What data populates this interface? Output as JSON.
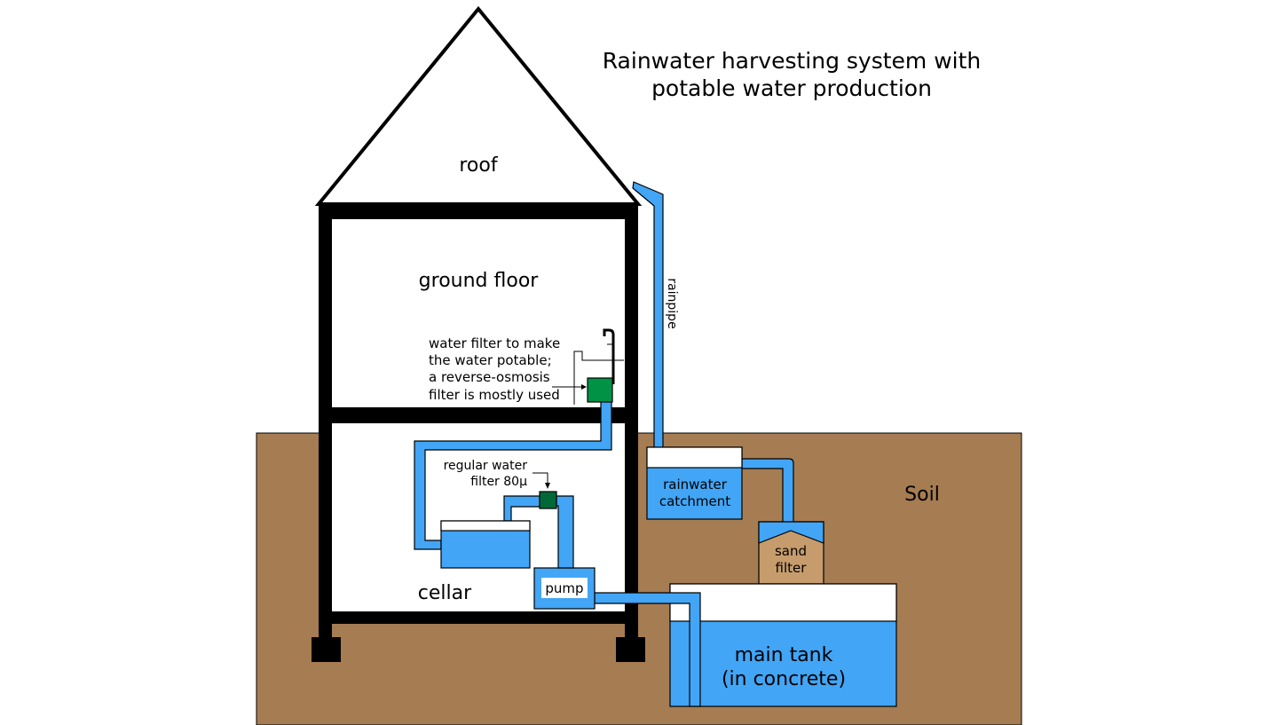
{
  "title": {
    "line1": "Rainwater harvesting system with",
    "line2": "potable water production"
  },
  "labels": {
    "roof": "roof",
    "ground_floor": "ground floor",
    "cellar": "cellar",
    "soil": "Soil",
    "rainpipe": "rainpipe",
    "catchment_line1": "rainwater",
    "catchment_line2": "catchment",
    "sand_filter_line1": "sand",
    "sand_filter_line2": "filter",
    "main_tank_line1": "main tank",
    "main_tank_line2": "(in concrete)",
    "pump": "pump",
    "regular_filter_line1": "regular water",
    "regular_filter_line2": "filter 80µ",
    "potable_filter_line1": "water filter to make",
    "potable_filter_line2": "the water potable;",
    "potable_filter_line3": "a reverse-osmosis",
    "potable_filter_line4": "filter is mostly used"
  },
  "colors": {
    "water": "#42a5f5",
    "soil": "#a67c52",
    "sand": "#c69c6d",
    "structure": "#000000",
    "potable_filter": "#009245",
    "regular_filter": "#006837"
  }
}
